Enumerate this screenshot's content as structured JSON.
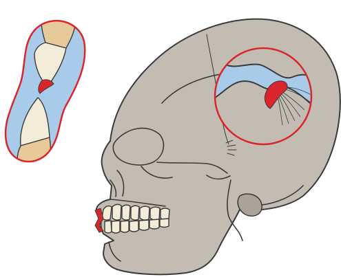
{
  "figure": {
    "subject": "skull-lateral-view",
    "insets": [
      "tooth-contact-inset",
      "temporomandibular-joint-inset"
    ]
  },
  "colors": {
    "bone": "#c2bcb3",
    "bone_shadow": "#a9a39a",
    "outline": "#3a3a3a",
    "highlight": "#d9262b",
    "inset_fill": "#a9cbea",
    "tooth": "#f3ecd8",
    "tooth_root": "#e8c99a",
    "white": "#ffffff"
  }
}
